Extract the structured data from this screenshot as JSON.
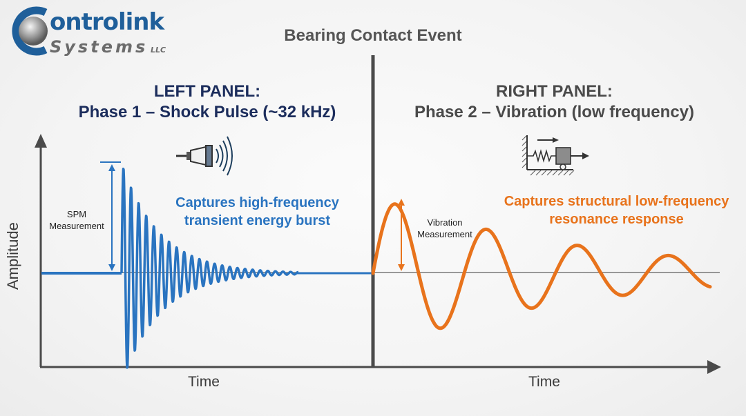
{
  "logo": {
    "main": "ontrolink",
    "sub": "Systems",
    "llc": "LLC",
    "full_name": "Controlink Systems LLC"
  },
  "title": "Bearing Contact Event",
  "left_panel": {
    "heading_line1": "LEFT PANEL:",
    "heading_line2": "Phase 1 – Shock Pulse (~32 kHz)",
    "caption_line1": "Captures high-frequency",
    "caption_line2": "transient energy burst",
    "measurement_line1": "SPM",
    "measurement_line2": "Measurement",
    "icon": "ultrasonic-sensor-icon",
    "xlabel": "Time",
    "color": "#2a74c0"
  },
  "right_panel": {
    "heading_line1": "RIGHT PANEL:",
    "heading_line2": "Phase 2 – Vibration (low frequency)",
    "caption_line1": "Captures structural low-frequency",
    "caption_line2": "resonance response",
    "measurement_line1": "Vibration",
    "measurement_line2": "Measurement",
    "icon": "spring-mass-system-icon",
    "xlabel": "Time",
    "color": "#e8731c"
  },
  "ylabel": "Amplitude",
  "chart_data": [
    {
      "type": "line",
      "title": "Phase 1 – Shock Pulse (~32 kHz)",
      "xlabel": "Time",
      "ylabel": "Amplitude",
      "series": [
        {
          "name": "Shock pulse (damped high-frequency burst)",
          "color": "#2a74c0",
          "description": "flat baseline, sudden spike to max amplitude, rapid exponential decay over ~30 cycles back to baseline"
        }
      ],
      "annotations": [
        "SPM Measurement (peak amplitude arrow)",
        "Captures high-frequency transient energy burst"
      ]
    },
    {
      "type": "line",
      "title": "Phase 2 – Vibration (low frequency)",
      "xlabel": "Time",
      "ylabel": "Amplitude",
      "series": [
        {
          "name": "Vibration (damped low-frequency resonance)",
          "color": "#e8731c",
          "description": "damped sine wave, ~4 cycles, slow decay"
        }
      ],
      "annotations": [
        "Vibration Measurement (peak amplitude arrow)",
        "Captures structural low-frequency resonance response"
      ]
    }
  ]
}
